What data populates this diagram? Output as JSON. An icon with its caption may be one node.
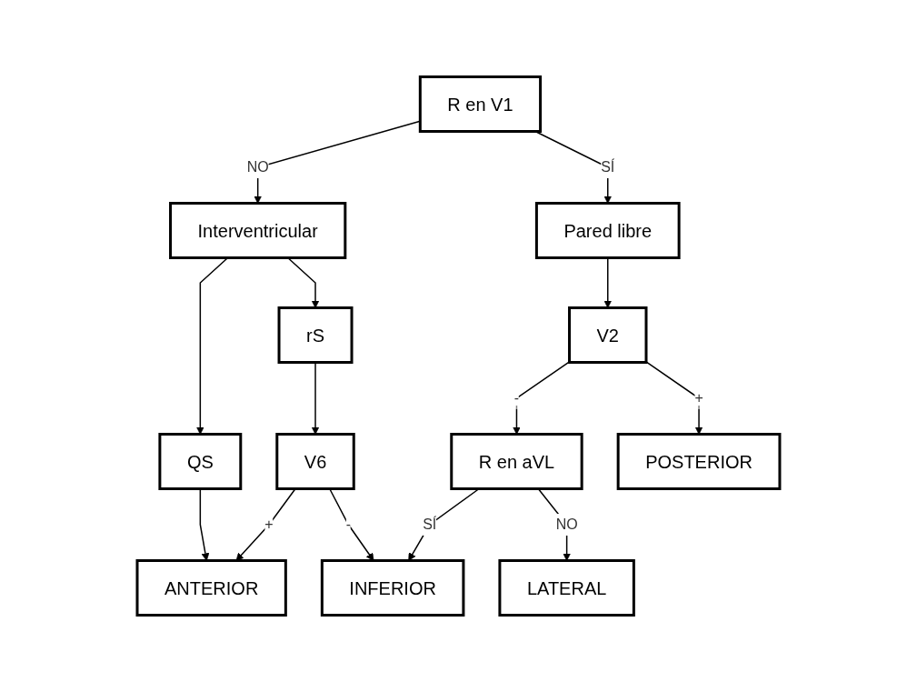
{
  "diagram": {
    "nodes": [
      {
        "text": [
          "R en V1"
        ]
      },
      {
        "text": [
          "Interventricular"
        ]
      },
      {
        "text": [
          "Pared libre"
        ]
      },
      {
        "text": [
          "QS"
        ]
      },
      {
        "text": [
          "rS"
        ]
      },
      {
        "text": [
          "V2"
        ]
      },
      {
        "text": [
          "V6"
        ]
      },
      {
        "text": [
          "R en aVL"
        ]
      },
      {
        "text": [
          "ANTERIOR"
        ]
      },
      {
        "text": [
          "INFERIOR"
        ]
      },
      {
        "text": [
          "LATERAL"
        ]
      },
      {
        "text": [
          "POSTERIOR"
        ]
      }
    ],
    "edges": [
      {
        "from": 0,
        "to": 1,
        "arrow": "to",
        "label": "NO"
      },
      {
        "from": 0,
        "to": 2,
        "arrow": "to",
        "label": "SÍ"
      },
      {
        "from": 1,
        "to": 3,
        "arrow": "to"
      },
      {
        "from": 1,
        "to": 4,
        "arrow": "to"
      },
      {
        "from": 2,
        "to": 5,
        "arrow": "to"
      },
      {
        "from": 3,
        "to": 8,
        "arrow": "to"
      },
      {
        "from": 4,
        "to": 6,
        "arrow": "to"
      },
      {
        "from": 5,
        "to": 7,
        "arrow": "to",
        "label": "-"
      },
      {
        "from": 5,
        "to": 11,
        "arrow": "to",
        "label": "+"
      },
      {
        "from": 6,
        "to": 8,
        "arrow": "to",
        "label": "+"
      },
      {
        "from": 6,
        "to": 9,
        "arrow": "to",
        "label": "-"
      },
      {
        "from": 7,
        "to": 9,
        "arrow": "to",
        "label": "SÍ"
      },
      {
        "from": 7,
        "to": 10,
        "arrow": "to",
        "label": "NO"
      }
    ]
  }
}
